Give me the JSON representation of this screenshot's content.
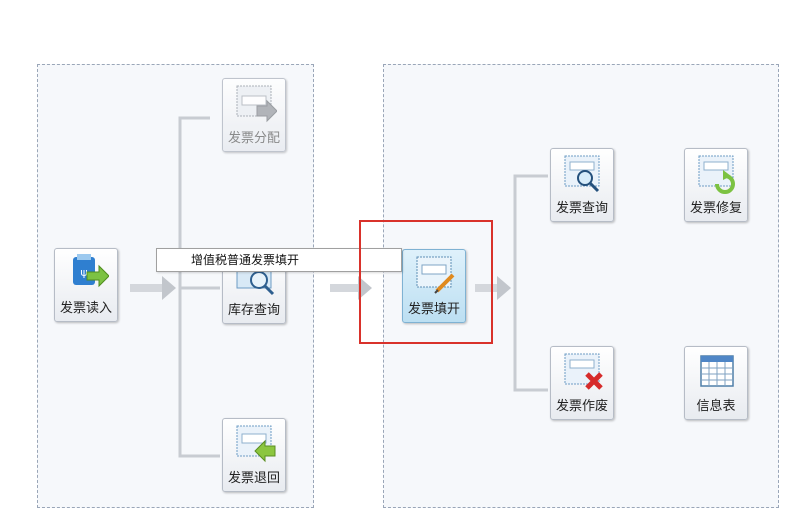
{
  "tiles": {
    "read": {
      "label": "发票读入"
    },
    "distribute": {
      "label": "发票分配"
    },
    "inventory_query": {
      "label": "库存查询"
    },
    "return": {
      "label": "发票退回"
    },
    "fill": {
      "label": "发票填开"
    },
    "query": {
      "label": "发票查询"
    },
    "repair": {
      "label": "发票修复"
    },
    "void": {
      "label": "发票作废"
    },
    "info_table": {
      "label": "信息表"
    }
  },
  "tooltip": {
    "text": "增值税普通发票填开"
  },
  "colors": {
    "highlight": "#d9322b",
    "panel_border": "#9aa6b8",
    "connector": "#c8ccd2",
    "selected_tile": "#bcdff2"
  }
}
